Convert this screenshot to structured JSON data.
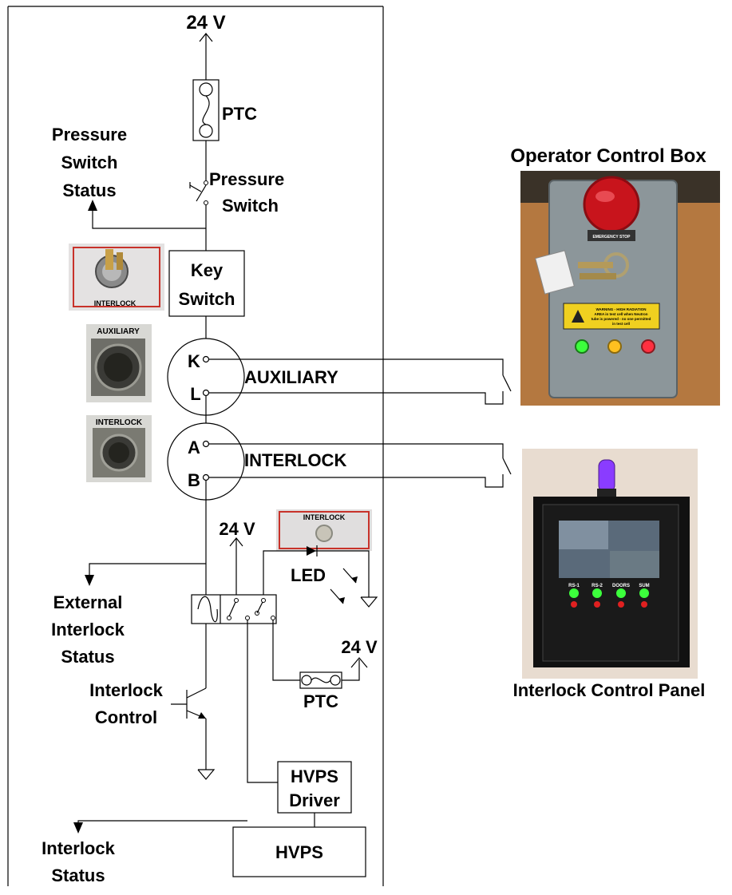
{
  "supply_top": "24 V",
  "ptc_top": "PTC",
  "pressure_switch_status": [
    "Pressure",
    "Switch",
    "Status"
  ],
  "pressure_switch": [
    "Pressure",
    "Switch"
  ],
  "key_switch": [
    "Key",
    "Switch"
  ],
  "photo_labels": {
    "key_plate": "INTERLOCK",
    "aux_connector": "AUXILIARY",
    "interlock_connector": "INTERLOCK",
    "led_plate": "INTERLOCK",
    "emergency_stop": "EMERGENCY STOP",
    "warning_sign": [
      "WARNING - HIGH RADIATION",
      "AREA in test cell when Neutron",
      "tube is powered - no one permitted",
      "in test cell"
    ],
    "panel_buttons": [
      "RS-1",
      "RS-2",
      "DOORS",
      "SUM"
    ]
  },
  "aux_pins": [
    "K",
    "L"
  ],
  "aux_label": "AUXILIARY",
  "interlock_pins": [
    "A",
    "B"
  ],
  "interlock_label": "INTERLOCK",
  "supply_mid": "24 V",
  "supply_right": "24 V",
  "led": "LED",
  "ptc_bottom": "PTC",
  "external_interlock_status": [
    "External",
    "Interlock",
    "Status"
  ],
  "interlock_control": [
    "Interlock",
    "Control"
  ],
  "hvps_driver": [
    "HVPS",
    "Driver"
  ],
  "hvps": "HVPS",
  "interlock_status": [
    "Interlock",
    "Status"
  ],
  "operator_control_box": "Operator Control Box",
  "interlock_control_panel": "Interlock Control Panel",
  "colors": {
    "estop_red": "#c8141c",
    "box_grey": "#8c969a",
    "led_green": "#3cff3c",
    "led_amber": "#ffc020",
    "led_red": "#ff3040",
    "beacon_purple": "#8a3cff",
    "wood": "#b47840"
  }
}
